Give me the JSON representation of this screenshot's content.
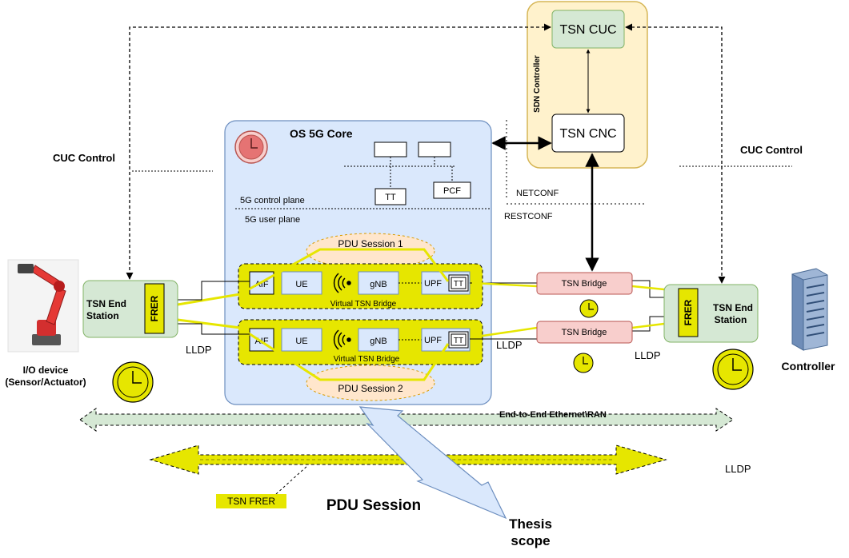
{
  "sdn": {
    "title": "SDN Controller",
    "cuc": "TSN CUC",
    "cnc": "TSN CNC"
  },
  "core": {
    "title": "OS 5G Core",
    "tt_label": "TT",
    "pcf_label": "PCF",
    "control_plane": "5G control plane",
    "user_plane": "5G user plane"
  },
  "sessions": {
    "pdu1": "PDU Session 1",
    "pdu2": "PDU Session 2",
    "aif": "AIF",
    "ue": "UE",
    "gnb": "gNB",
    "upf": "UPF",
    "tt": "TT",
    "vbridge": "Virtual TSN Bridge"
  },
  "left_station": {
    "title_line1": "TSN End",
    "title_line2": "Station",
    "frer": "FRER"
  },
  "right_station": {
    "title_line1": "TSN End",
    "title_line2": "Station",
    "frer": "FRER"
  },
  "bridges": {
    "b1": "TSN Bridge",
    "b2": "TSN Bridge"
  },
  "labels": {
    "cuc_control_left": "CUC Control",
    "cuc_control_right": "CUC Control",
    "netconf": "NETCONF",
    "restconf": "RESTCONF",
    "lldp_left": "LLDP",
    "lldp_mid": "LLDP",
    "lldp_right": "LLDP",
    "lldp_bottom": "LLDP",
    "io_device_line1": "I/O device",
    "io_device_line2": "(Sensor/Actuator)",
    "controller": "Controller",
    "e2e": "End-to-End Ethernet\\RAN",
    "tsn_frer": "TSN FRER",
    "pdu_session": "PDU Session",
    "thesis_line1": "Thesis",
    "thesis_line2": "scope"
  },
  "colors": {
    "yellow": "#e6e600",
    "sdn_bg": "#fff2cc",
    "core_bg": "#dae8fc",
    "station_bg": "#d5e8d4",
    "bridge_bg": "#f8cecc",
    "pdu_bg": "#ffe6cc"
  }
}
